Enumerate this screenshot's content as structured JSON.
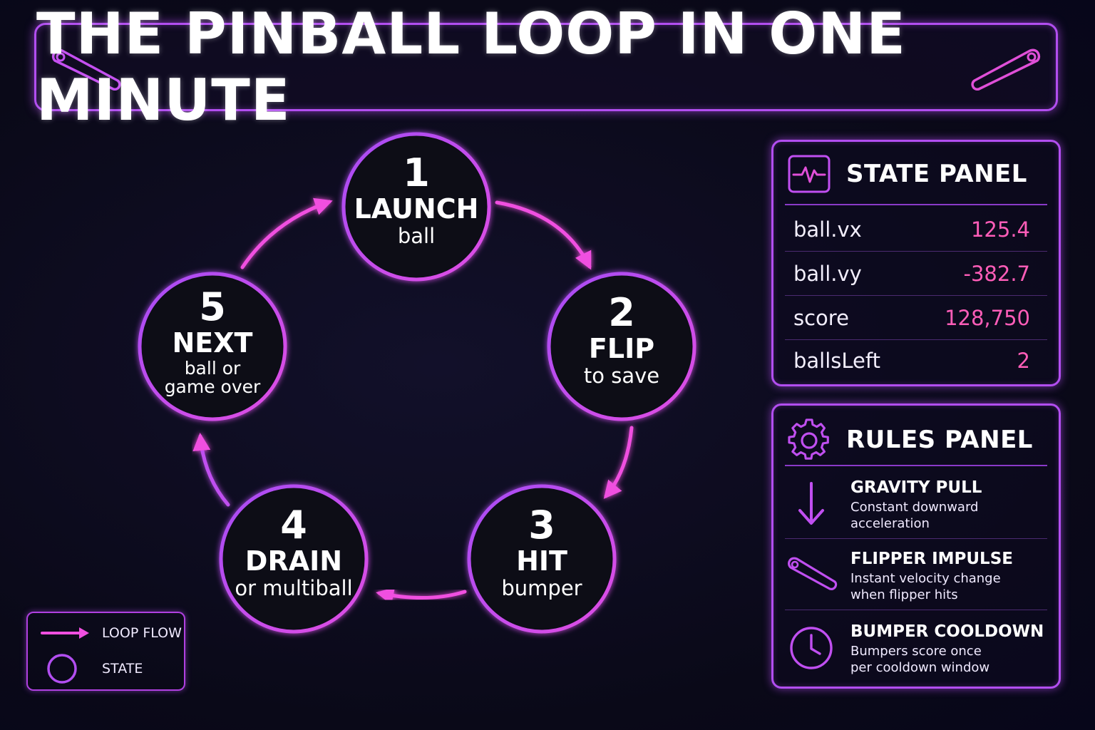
{
  "title": "THE PINBALL LOOP IN ONE MINUTE",
  "colors": {
    "neon_purple": "#b24ef0",
    "neon_pink": "#ff4fd8",
    "value_pink": "#ff5db8",
    "background": "#0b0a1c"
  },
  "states": [
    {
      "number": "1",
      "title": "LAUNCH",
      "sub1": "ball",
      "sub2": ""
    },
    {
      "number": "2",
      "title": "FLIP",
      "sub1": "to save",
      "sub2": ""
    },
    {
      "number": "3",
      "title": "HIT",
      "sub1": "bumper",
      "sub2": ""
    },
    {
      "number": "4",
      "title": "DRAIN",
      "sub1": "or multiball",
      "sub2": ""
    },
    {
      "number": "5",
      "title": "NEXT",
      "sub1": "ball or",
      "sub2": "game over"
    }
  ],
  "legend": {
    "flow_label": "LOOP FLOW",
    "state_label": "STATE"
  },
  "state_panel": {
    "title": "STATE PANEL",
    "icon": "pulse-icon",
    "rows": [
      {
        "key": "ball.vx",
        "value": "125.4"
      },
      {
        "key": "ball.vy",
        "value": "-382.7"
      },
      {
        "key": "score",
        "value": "128,750"
      },
      {
        "key": "ballsLeft",
        "value": "2"
      }
    ]
  },
  "rules_panel": {
    "title": "RULES PANEL",
    "icon": "gear-icon",
    "rules": [
      {
        "icon": "arrow-down-icon",
        "title": "GRAVITY PULL",
        "line1": "Constant downward",
        "line2": "acceleration"
      },
      {
        "icon": "flipper-icon",
        "title": "FLIPPER IMPULSE",
        "line1": "Instant velocity change",
        "line2": "when flipper hits"
      },
      {
        "icon": "clock-icon",
        "title": "BUMPER COOLDOWN",
        "line1": "Bumpers score once",
        "line2": "per cooldown window"
      }
    ]
  }
}
